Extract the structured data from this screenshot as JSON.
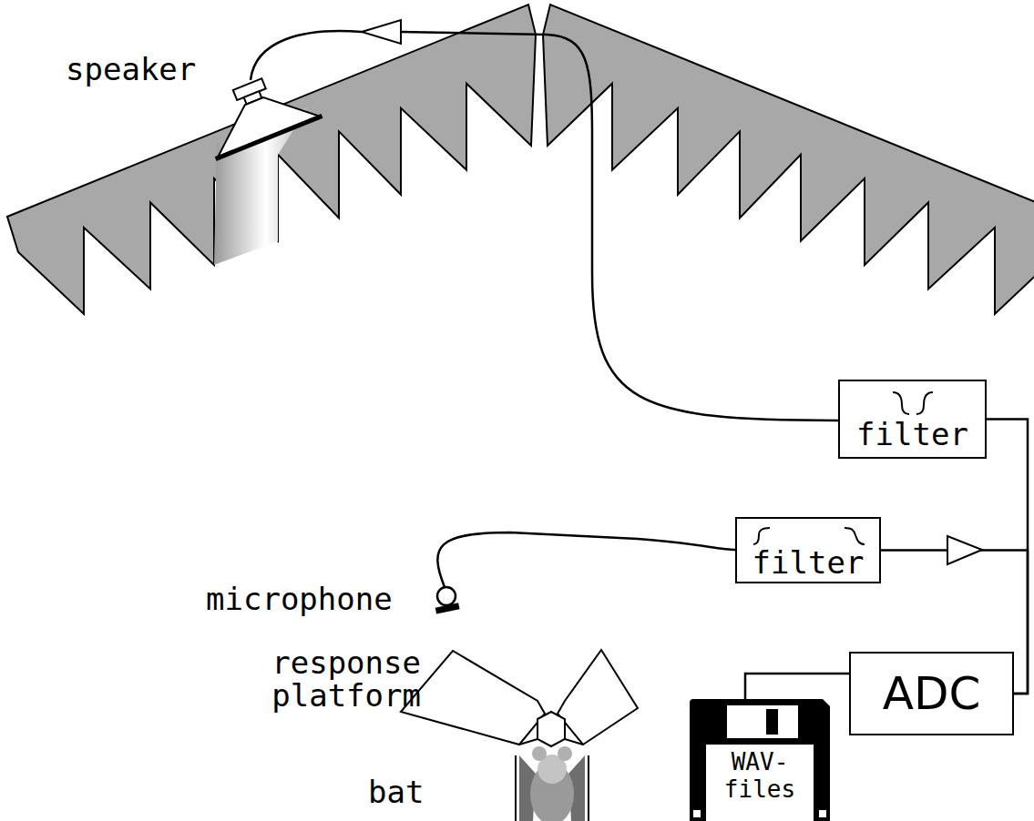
{
  "diagram": {
    "nodes": [
      {
        "text": [
          "filter"
        ]
      },
      {
        "text": [
          "filter"
        ]
      },
      {
        "text": [
          "ADC"
        ]
      },
      {
        "text": [
          "WAV-files"
        ]
      }
    ],
    "edges": [
      {
        "from": 0,
        "to": 2,
        "arrow": "none"
      },
      {
        "from": 1,
        "to": 2,
        "arrow": "none"
      },
      {
        "from": 2,
        "to": 3,
        "arrow": "none"
      }
    ],
    "labels": [
      "speaker",
      "microphone",
      "response platform",
      "bat"
    ]
  }
}
